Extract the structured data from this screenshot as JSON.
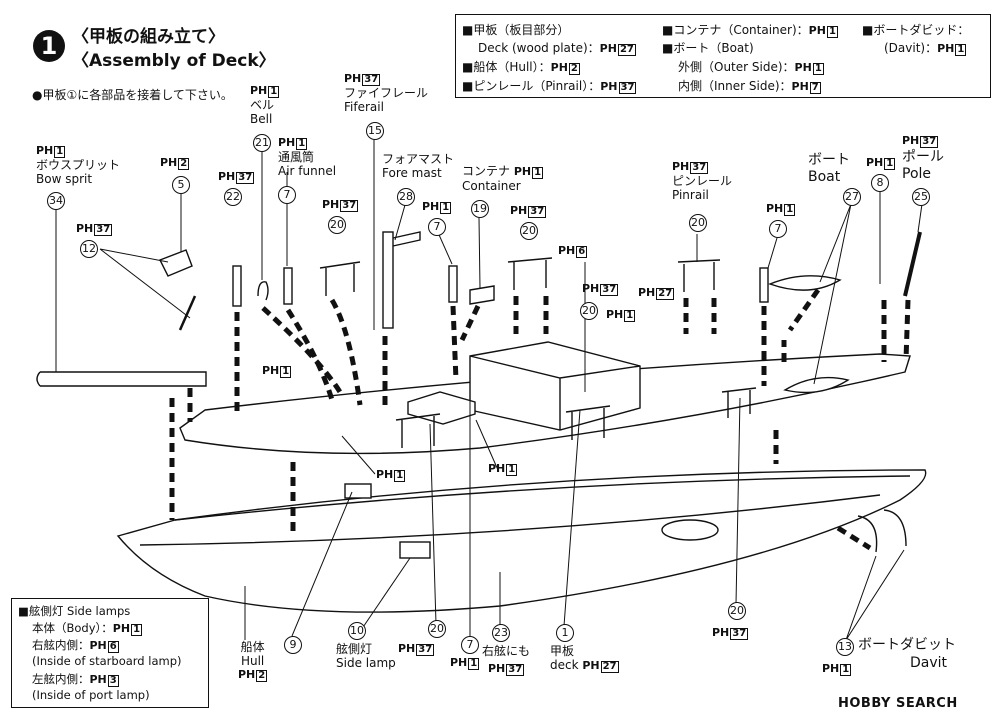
{
  "step": {
    "number": "1",
    "title_jp": "〈甲板の組み立て〉",
    "title_en": "〈Assembly of Deck〉",
    "instruction": "●甲板①に各部品を接着して下さい。"
  },
  "legend": {
    "deck_jp": "■甲板（板目部分）",
    "deck_en": "Deck (wood plate)：",
    "deck_ph": "27",
    "hull": "■船体（Hull）：",
    "hull_ph": "2",
    "pinrail": "■ピンレール（Pinrail）：",
    "pinrail_ph": "37",
    "container": "■コンテナ（Container)：",
    "container_ph": "1",
    "boat": "■ボート（Boat)",
    "outer": "外側（Outer Side)：",
    "outer_ph": "1",
    "inner": "内側（Inner Side)：",
    "inner_ph": "7",
    "davit_jp": "■ボートダビッド：",
    "davit_en": "(Davit)：",
    "davit_ph": "1"
  },
  "ph_prefix": "PH",
  "parts": [
    {
      "num": "34",
      "jp": "ボウスプリット",
      "en": "Bow sprit",
      "ph": "1"
    },
    {
      "num": "5",
      "jp": "",
      "en": "",
      "ph": "2"
    },
    {
      "num": "12",
      "jp": "",
      "en": "",
      "ph": "37"
    },
    {
      "num": "22",
      "jp": "",
      "en": "",
      "ph": "37"
    },
    {
      "num": "21",
      "jp": "ベル",
      "en": "Bell",
      "ph": "1"
    },
    {
      "num": "7",
      "jp": "通風筒",
      "en": "Air funnel",
      "ph": "1"
    },
    {
      "num": "20",
      "jp": "",
      "en": "",
      "ph": "37"
    },
    {
      "num": "15",
      "jp": "ファイフレール",
      "en": "Fiferail",
      "ph": "37"
    },
    {
      "num": "28",
      "jp": "フォアマスト",
      "en": "Fore mast",
      "ph": ""
    },
    {
      "num": "7",
      "jp": "",
      "en": "",
      "ph": "1"
    },
    {
      "num": "19",
      "jp": "コンテナ",
      "en": "Container",
      "ph": "1"
    },
    {
      "num": "20",
      "jp": "",
      "en": "",
      "ph": "37"
    },
    {
      "num": "20",
      "jp": "ピンレール",
      "en": "Pinrail",
      "ph": "37"
    },
    {
      "num": "7",
      "jp": "",
      "en": "",
      "ph": "1"
    },
    {
      "num": "27",
      "jp": "ボート",
      "en": "Boat",
      "ph": ""
    },
    {
      "num": "8",
      "jp": "",
      "en": "",
      "ph": "1"
    },
    {
      "num": "25",
      "jp": "ポール",
      "en": "Pole",
      "ph": "37"
    }
  ],
  "mid_ph": {
    "a": "6",
    "b": "37",
    "c": "27",
    "d": "1",
    "e": "1",
    "f": "1",
    "g": "1"
  },
  "bottom": [
    {
      "num": "9",
      "jp": "",
      "en": "",
      "ph": ""
    },
    {
      "num": "10",
      "jp": "舷側灯",
      "en": "Side lamp",
      "ph": ""
    },
    {
      "num": "20",
      "jp": "",
      "en": "",
      "ph": "37"
    },
    {
      "num": "7",
      "jp": "",
      "en": "",
      "ph": "1"
    },
    {
      "num": "23",
      "jp": "右舷にも",
      "en": "",
      "ph": "37"
    },
    {
      "num": "1",
      "jp": "甲板",
      "en": "deck",
      "ph": "27"
    },
    {
      "num": "20",
      "jp": "",
      "en": "",
      "ph": "37"
    },
    {
      "num": "13",
      "jp": "ボートダビット",
      "en": "Davit",
      "ph": "1"
    }
  ],
  "hull_label": {
    "jp": "船体",
    "en": "Hull",
    "ph": "2"
  },
  "lamp_box": {
    "title": "■舷側灯 Side lamps",
    "body": "本体（Body）：",
    "body_ph": "1",
    "starboard_jp": "右舷内側：",
    "starboard_ph": "6",
    "starboard_en": "(Inside of starboard lamp)",
    "port_jp": "左舷内側：",
    "port_ph": "3",
    "port_en": "(Inside of port lamp)"
  },
  "watermark": "HOBBY SEARCH"
}
